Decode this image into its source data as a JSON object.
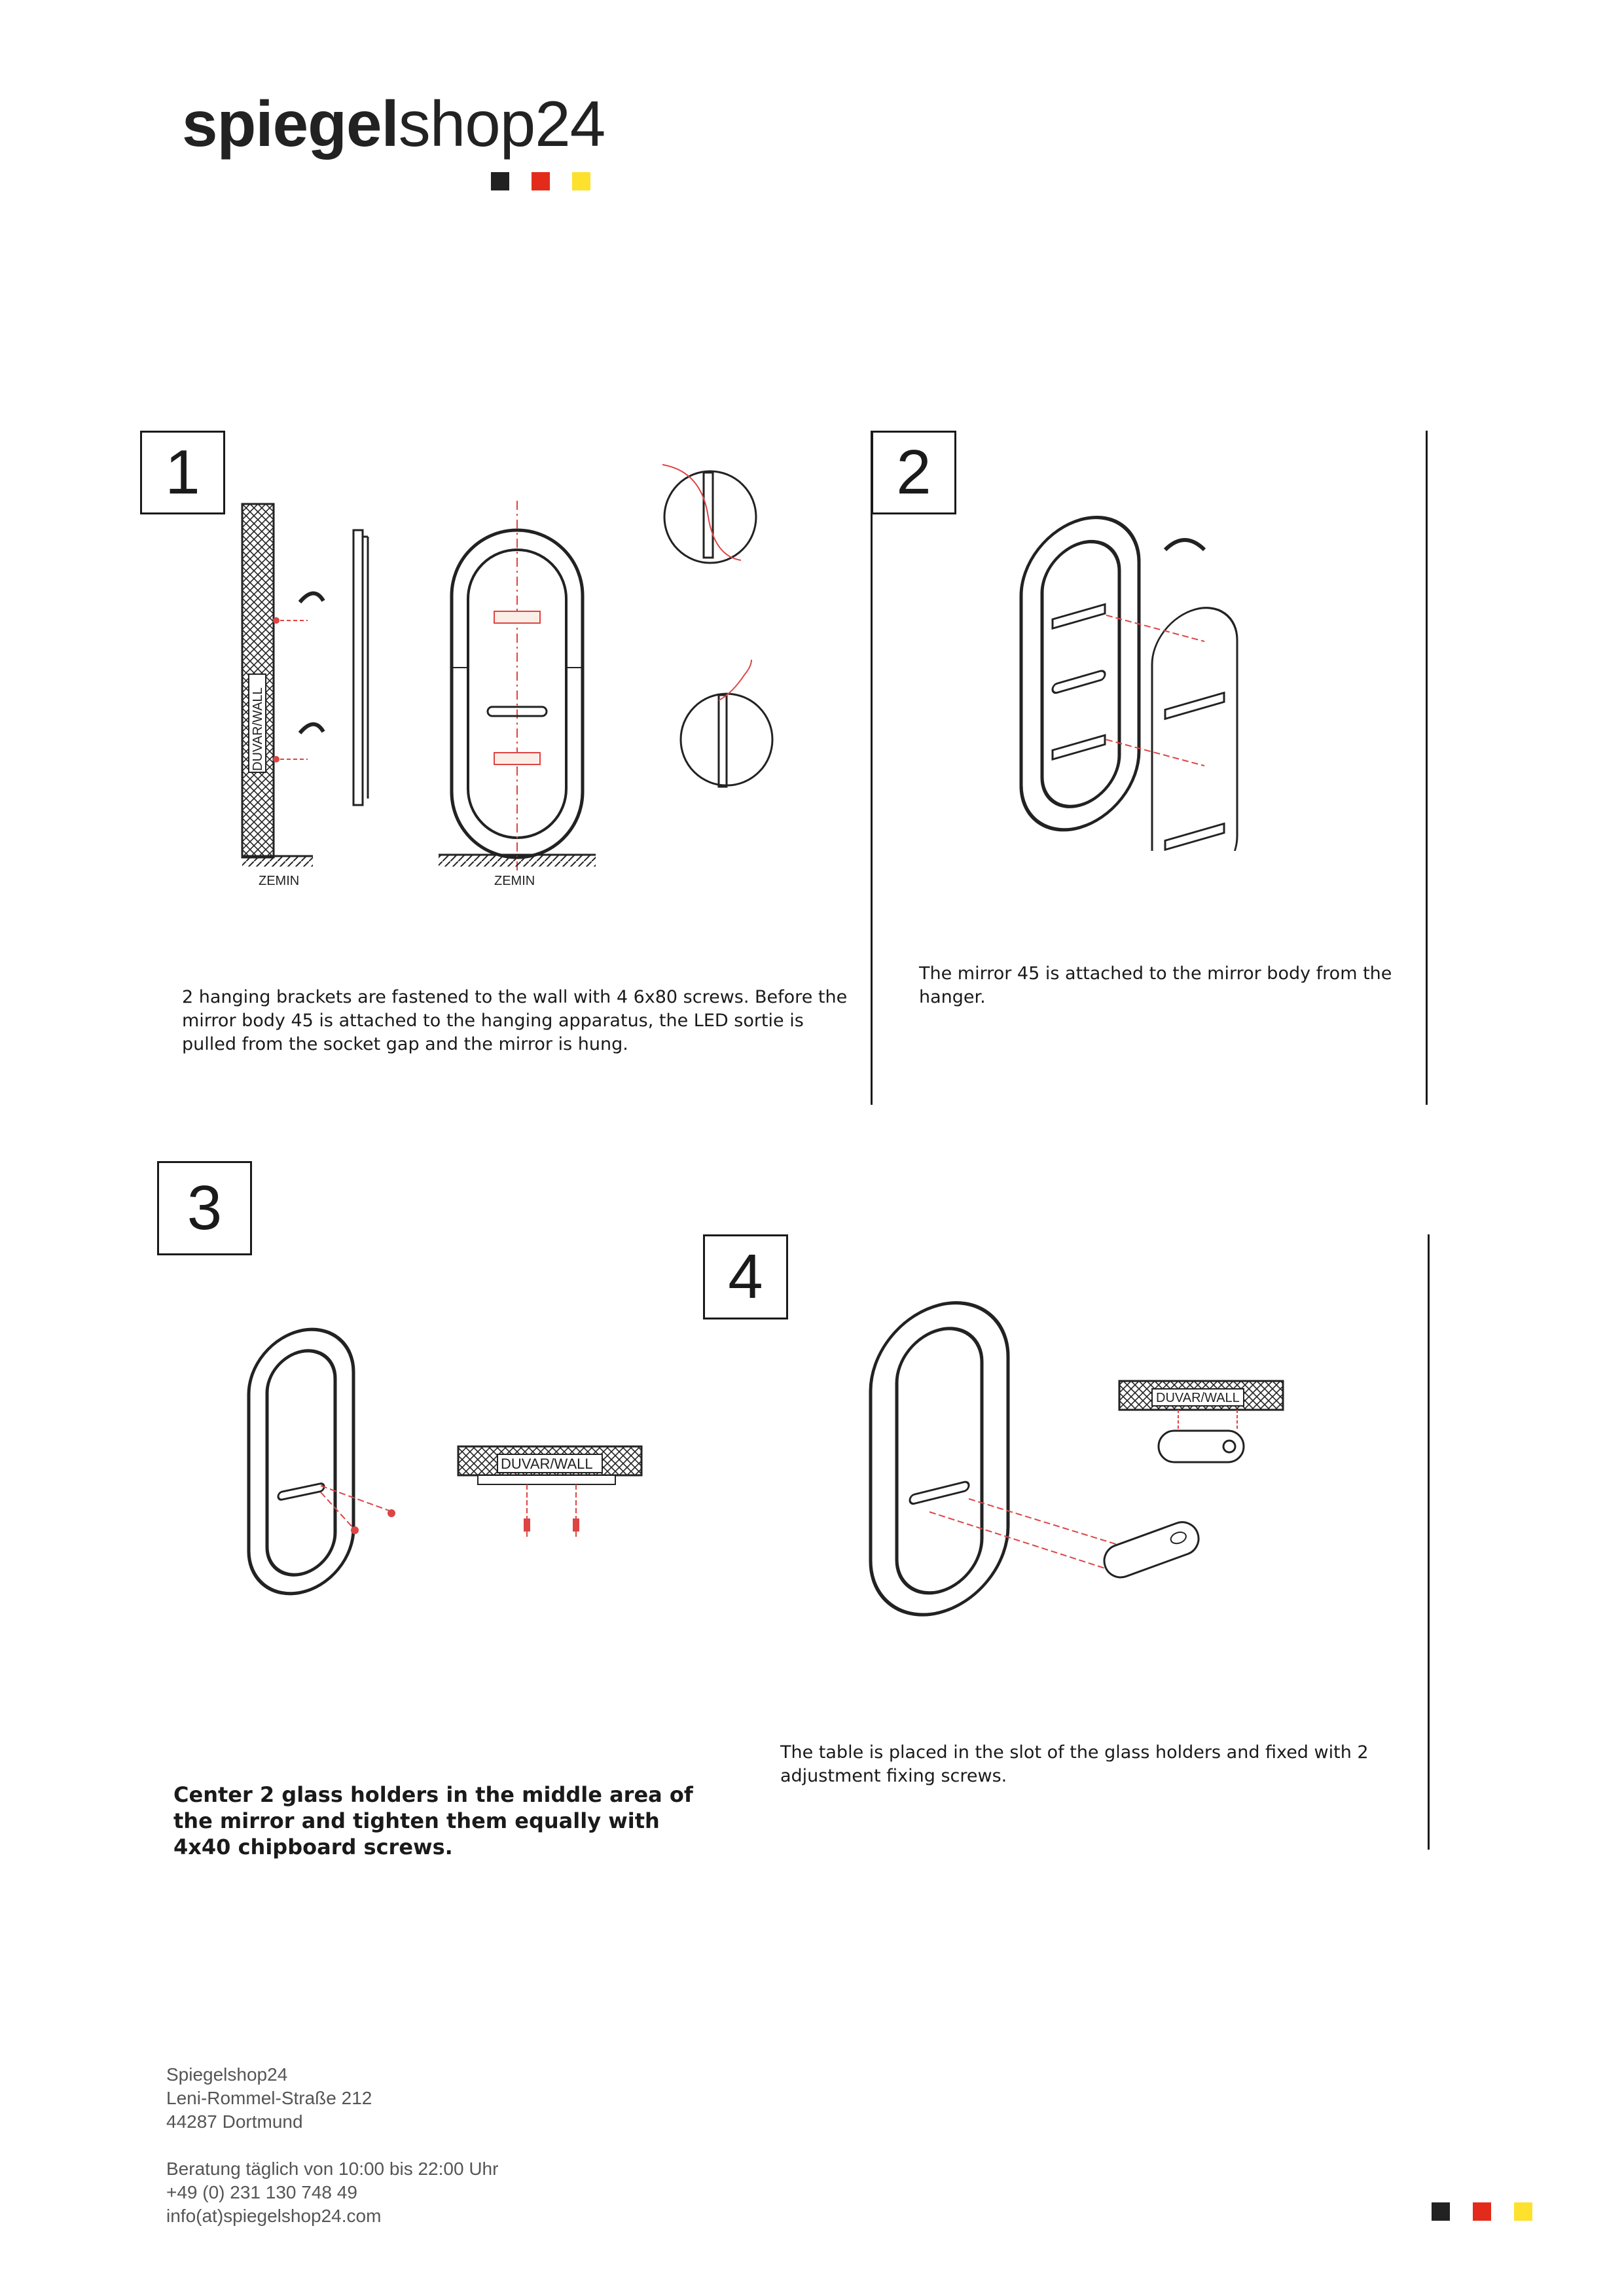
{
  "brand": {
    "logo_bold": "spiegel",
    "logo_light": "shop24",
    "flag_colors": [
      "#222222",
      "#e32b1b",
      "#fde12d"
    ]
  },
  "labels": {
    "wall": "DUVAR/WALL",
    "floor": "ZEMIN"
  },
  "steps": [
    {
      "number": "1",
      "text": "2 hanging brackets are fastened to the wall with 4 6x80 screws. Before the mirror body 45 is attached to the hanging apparatus, the LED sortie is pulled from the socket gap and the mirror is hung."
    },
    {
      "number": "2",
      "text": "The mirror 45 is attached to the mirror body from the hanger."
    },
    {
      "number": "3",
      "text": "Center 2 glass holders in the middle area of the mirror and tighten them equally with 4x40 chipboard screws."
    },
    {
      "number": "4",
      "text": "The table is placed in the slot of the glass holders and fixed with 2 adjustment fixing screws."
    }
  ],
  "footer": {
    "company": "Spiegelshop24",
    "street": "Leni-Rommel-Straße 212",
    "city": "44287 Dortmund",
    "hours": "Beratung täglich von 10:00 bis 22:00 Uhr",
    "phone": "+49 (0) 231 130 748 49",
    "email": "info(at)spiegelshop24.com"
  }
}
